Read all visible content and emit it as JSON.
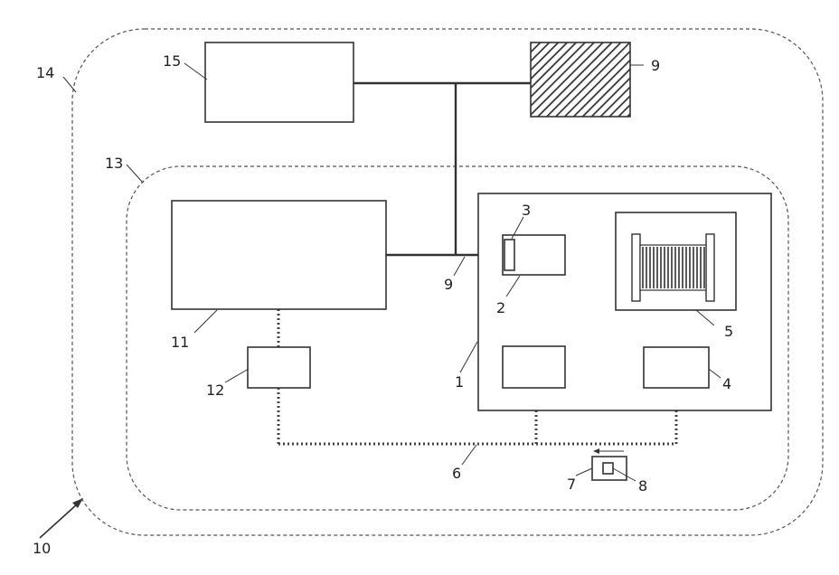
{
  "labels": {
    "l1": "1",
    "l2": "2",
    "l3": "3",
    "l4": "4",
    "l5": "5",
    "l6": "6",
    "l7": "7",
    "l8": "8",
    "l9a": "9",
    "l9b": "9",
    "l10": "10",
    "l11": "11",
    "l12": "12",
    "l13": "13",
    "l14": "14",
    "l15": "15"
  },
  "colors": {
    "line": "#333333",
    "hatch": "#333333",
    "background": "#ffffff"
  }
}
